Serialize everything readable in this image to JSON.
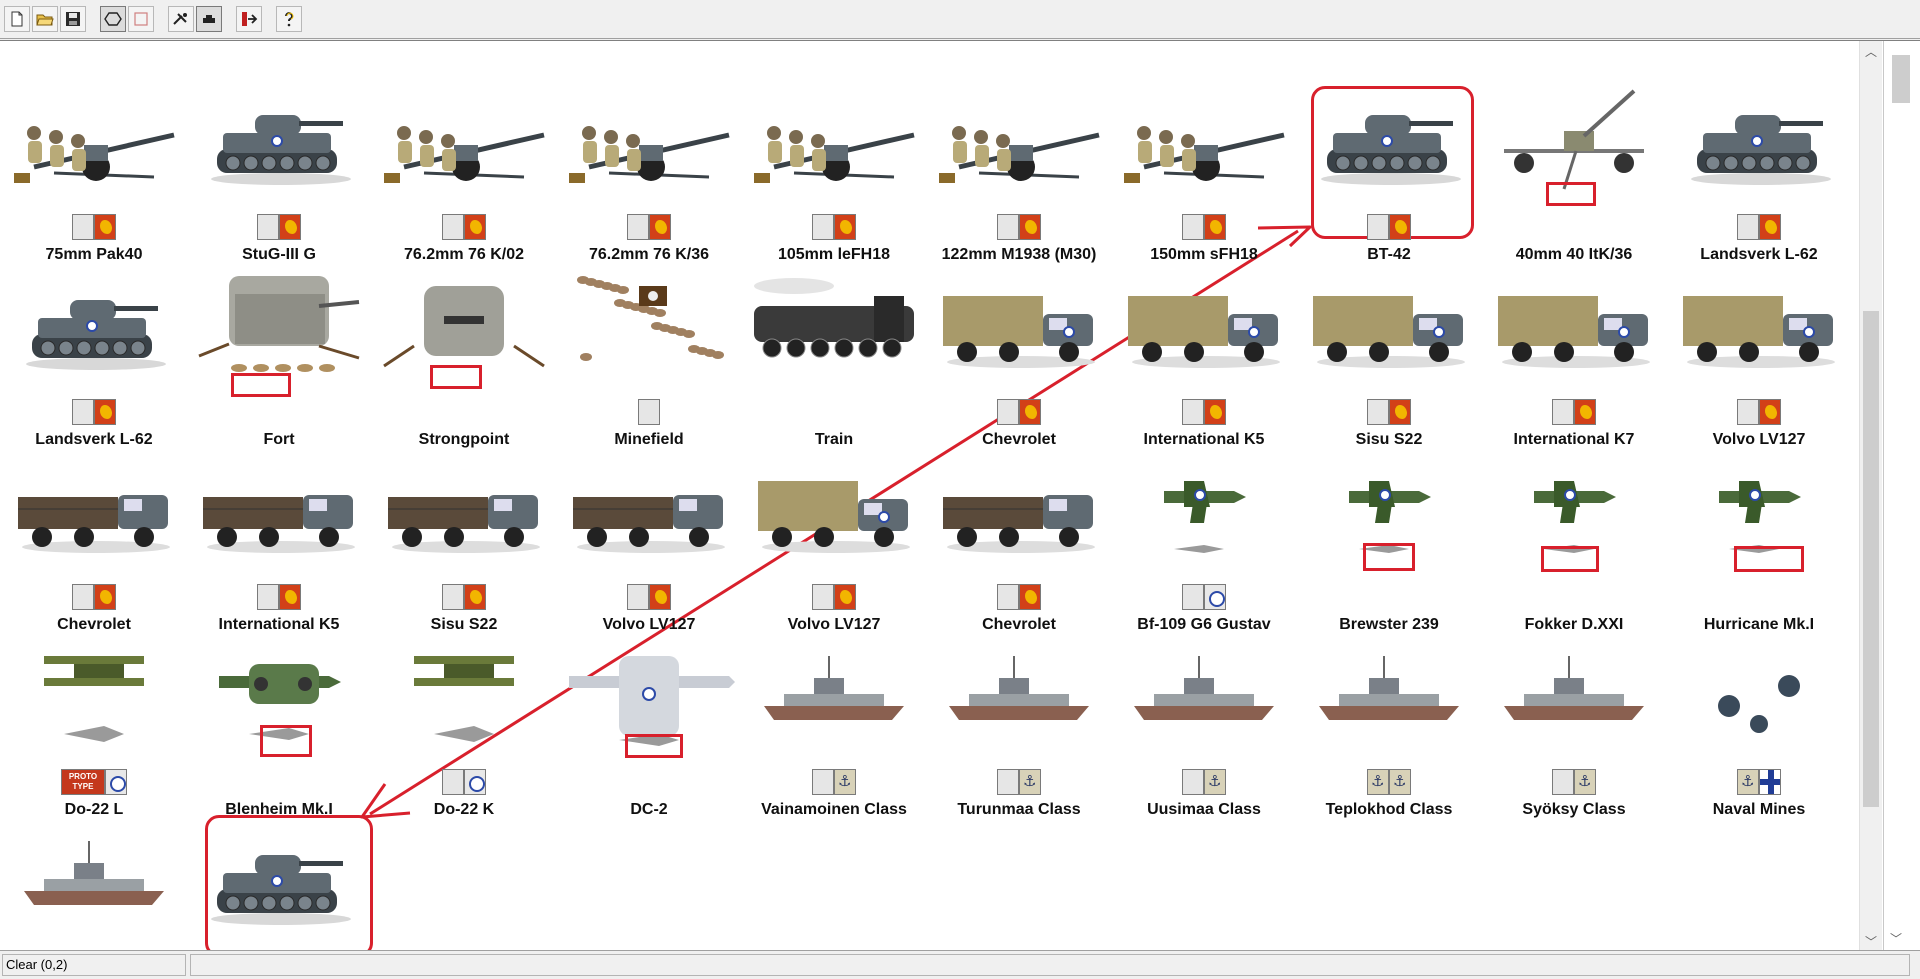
{
  "toolbar": {
    "buttons": [
      {
        "name": "new-button",
        "icon": "new-document-icon"
      },
      {
        "name": "open-button",
        "icon": "open-folder-icon"
      },
      {
        "name": "save-button",
        "icon": "save-disk-icon"
      },
      {
        "name": "hex-grid-button",
        "icon": "hexagon-icon"
      },
      {
        "name": "square-grid-button",
        "icon": "square-icon"
      },
      {
        "name": "units-button",
        "icon": "units-icon"
      },
      {
        "name": "vehicle-button",
        "icon": "vehicle-icon"
      },
      {
        "name": "transfer-button",
        "icon": "transfer-arrow-icon"
      },
      {
        "name": "help-button",
        "icon": "help-question-icon"
      }
    ]
  },
  "units": [
    {
      "name": "75mm Pak40",
      "flags": [
        "blank",
        "lion"
      ],
      "kind": "gun"
    },
    {
      "name": "StuG-III G",
      "flags": [
        "blank",
        "lion"
      ],
      "kind": "tank"
    },
    {
      "name": "76.2mm 76 K/02",
      "flags": [
        "blank",
        "lion"
      ],
      "kind": "gun"
    },
    {
      "name": "76.2mm 76 K/36",
      "flags": [
        "blank",
        "lion"
      ],
      "kind": "gun"
    },
    {
      "name": "105mm leFH18",
      "flags": [
        "blank",
        "lion"
      ],
      "kind": "gun"
    },
    {
      "name": "122mm M1938 (M30)",
      "flags": [
        "blank",
        "lion"
      ],
      "kind": "gun"
    },
    {
      "name": "150mm sFH18",
      "flags": [
        "blank",
        "lion"
      ],
      "kind": "gun"
    },
    {
      "name": "BT-42",
      "flags": [
        "blank",
        "lion"
      ],
      "kind": "tank"
    },
    {
      "name": "40mm 40 ItK/36",
      "flags": [],
      "kind": "aagun"
    },
    {
      "name": "Landsverk L-62",
      "flags": [
        "blank",
        "lion"
      ],
      "kind": "tank"
    },
    {
      "name": "Landsverk L-62",
      "flags": [
        "blank",
        "lion"
      ],
      "kind": "tank"
    },
    {
      "name": "Fort",
      "flags": [],
      "kind": "fort"
    },
    {
      "name": "Strongpoint",
      "flags": [],
      "kind": "bunker"
    },
    {
      "name": "Minefield",
      "flags": [
        "blank"
      ],
      "kind": "mines"
    },
    {
      "name": "Train",
      "flags": [],
      "kind": "train"
    },
    {
      "name": "Chevrolet",
      "flags": [
        "blank",
        "lion"
      ],
      "kind": "truck"
    },
    {
      "name": "International K5",
      "flags": [
        "blank",
        "lion"
      ],
      "kind": "truck"
    },
    {
      "name": "Sisu S22",
      "flags": [
        "blank",
        "lion"
      ],
      "kind": "truck"
    },
    {
      "name": "International K7",
      "flags": [
        "blank",
        "lion"
      ],
      "kind": "truck"
    },
    {
      "name": "Volvo LV127",
      "flags": [
        "blank",
        "lion"
      ],
      "kind": "truck"
    },
    {
      "name": "Chevrolet",
      "flags": [
        "blank",
        "lion"
      ],
      "kind": "opentruck"
    },
    {
      "name": "International K5",
      "flags": [
        "blank",
        "lion"
      ],
      "kind": "opentruck"
    },
    {
      "name": "Sisu S22",
      "flags": [
        "blank",
        "lion"
      ],
      "kind": "opentruck"
    },
    {
      "name": "Volvo LV127",
      "flags": [
        "blank",
        "lion"
      ],
      "kind": "opentruck"
    },
    {
      "name": "Volvo LV127",
      "flags": [
        "blank",
        "lion"
      ],
      "kind": "truck"
    },
    {
      "name": "Chevrolet",
      "flags": [
        "blank",
        "lion"
      ],
      "kind": "opentruck"
    },
    {
      "name": "Bf-109 G6 Gustav",
      "flags": [
        "blank",
        "roundel"
      ],
      "kind": "fighter"
    },
    {
      "name": "Brewster 239",
      "flags": [],
      "kind": "fighter"
    },
    {
      "name": "Fokker D.XXI",
      "flags": [],
      "kind": "fighter"
    },
    {
      "name": "Hurricane Mk.I",
      "flags": [],
      "kind": "fighter"
    },
    {
      "name": "Do-22 L",
      "flags": [
        "proto",
        "roundel"
      ],
      "kind": "biplane"
    },
    {
      "name": "Blenheim Mk.I",
      "flags": [],
      "kind": "bomber"
    },
    {
      "name": "Do-22 K",
      "flags": [
        "blank",
        "roundel"
      ],
      "kind": "biplane"
    },
    {
      "name": "DC-2",
      "flags": [],
      "kind": "transport"
    },
    {
      "name": "Vainamoinen Class",
      "flags": [
        "blank",
        "anchor"
      ],
      "kind": "ship"
    },
    {
      "name": "Turunmaa Class",
      "flags": [
        "blank",
        "anchor"
      ],
      "kind": "ship"
    },
    {
      "name": "Uusimaa Class",
      "flags": [
        "blank",
        "anchor"
      ],
      "kind": "ship"
    },
    {
      "name": "Teplokhod Class",
      "flags": [
        "anchor",
        "anchor"
      ],
      "kind": "ship"
    },
    {
      "name": "Syöksy Class",
      "flags": [
        "blank",
        "anchor"
      ],
      "kind": "ship"
    },
    {
      "name": "Naval Mines",
      "flags": [
        "anchor",
        "cross"
      ],
      "kind": "navalmines"
    },
    {
      "name": "",
      "flags": [],
      "kind": "ship"
    },
    {
      "name": "",
      "flags": [
        "blank",
        "lion"
      ],
      "kind": "tank"
    }
  ],
  "proto_text": [
    "PROTO",
    "TYPE"
  ],
  "status": {
    "text": "Clear (0,2)"
  },
  "colors": {
    "highlight": "#d8202c",
    "flag_red": "#d24018",
    "flag_gold": "#f2b600",
    "roundel_blue": "#2c4aa8"
  }
}
